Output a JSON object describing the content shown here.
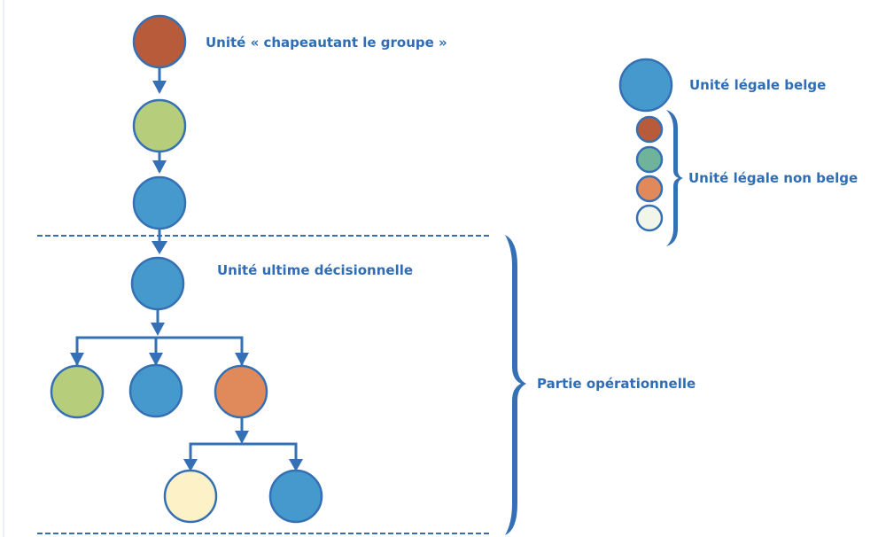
{
  "diagram": {
    "labels": {
      "top_unit": "Unité « chapeautant le groupe »",
      "ultimate_unit": "Unité ultime décisionnelle",
      "operational_part": "Partie opérationnelle"
    },
    "legend": {
      "belgian": "Unité légale belge",
      "non_belgian": "Unité légale non belge",
      "non_belgian_colors": [
        "#b85b3a",
        "#6fb39a",
        "#e08a5c",
        "#f2f6ea"
      ]
    },
    "nodes": [
      {
        "id": "n1",
        "color": "#b85b3a",
        "kind": "non-belgian"
      },
      {
        "id": "n2",
        "color": "#b6cd7c",
        "kind": "non-belgian"
      },
      {
        "id": "n3",
        "color": "#4599cc",
        "kind": "belgian"
      },
      {
        "id": "n4",
        "color": "#4599cc",
        "kind": "belgian"
      },
      {
        "id": "n5",
        "color": "#b6cd7c",
        "kind": "non-belgian"
      },
      {
        "id": "n6",
        "color": "#4599cc",
        "kind": "belgian"
      },
      {
        "id": "n7",
        "color": "#e08a5c",
        "kind": "non-belgian"
      },
      {
        "id": "n8",
        "color": "#fdf1c7",
        "kind": "non-belgian"
      },
      {
        "id": "n9",
        "color": "#4599cc",
        "kind": "belgian"
      }
    ],
    "edges": [
      [
        "n1",
        "n2"
      ],
      [
        "n2",
        "n3"
      ],
      [
        "n3",
        "n4"
      ],
      [
        "n4",
        "n5"
      ],
      [
        "n4",
        "n6"
      ],
      [
        "n4",
        "n7"
      ],
      [
        "n7",
        "n8"
      ],
      [
        "n7",
        "n9"
      ]
    ],
    "colors": {
      "stroke": "#3570b5",
      "text": "#2f6db5"
    }
  }
}
